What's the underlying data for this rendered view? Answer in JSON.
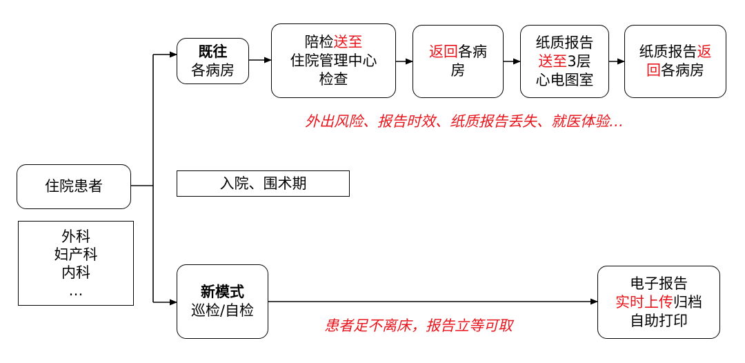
{
  "patient": {
    "label": "住院患者"
  },
  "departments": {
    "lines": [
      "外科",
      "妇产科",
      "内科",
      "…"
    ]
  },
  "admission_period": {
    "label": "入院、围术期"
  },
  "old_mode": {
    "title": "既往",
    "subtitle": "各病房",
    "step1": {
      "pre": "陪检",
      "red": "送至",
      "line2": "住院管理中心",
      "line3": "检查"
    },
    "step2": {
      "red": "返回",
      "post": "各病",
      "line2": "房"
    },
    "step3": {
      "line1": "纸质报告",
      "red": "送至",
      "post": "3层",
      "line3": "心电图室"
    },
    "step4": {
      "pre": "纸质报告",
      "red_a": "返",
      "red_b": "回",
      "post": "各病房"
    },
    "problems": "外出风险、报告时效、纸质报告丢失、就医体验…"
  },
  "new_mode": {
    "title": "新模式",
    "subtitle": "巡检/自检",
    "benefit": "患者足不离床，报告立等可取",
    "result": {
      "line1": "电子报告",
      "red": "实时上传",
      "post": "归档",
      "line3": "自助打印"
    }
  },
  "colors": {
    "accent_red": "#e8141b",
    "line": "#000000"
  }
}
